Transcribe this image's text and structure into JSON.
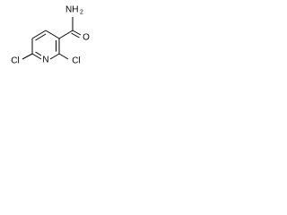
{
  "molecule": {
    "atoms": {
      "cl_left": "Cl",
      "cl_right": "Cl",
      "ring_n": "N",
      "amide_o": "O",
      "amide_n": "NH",
      "amide_n_sub": "2"
    }
  }
}
